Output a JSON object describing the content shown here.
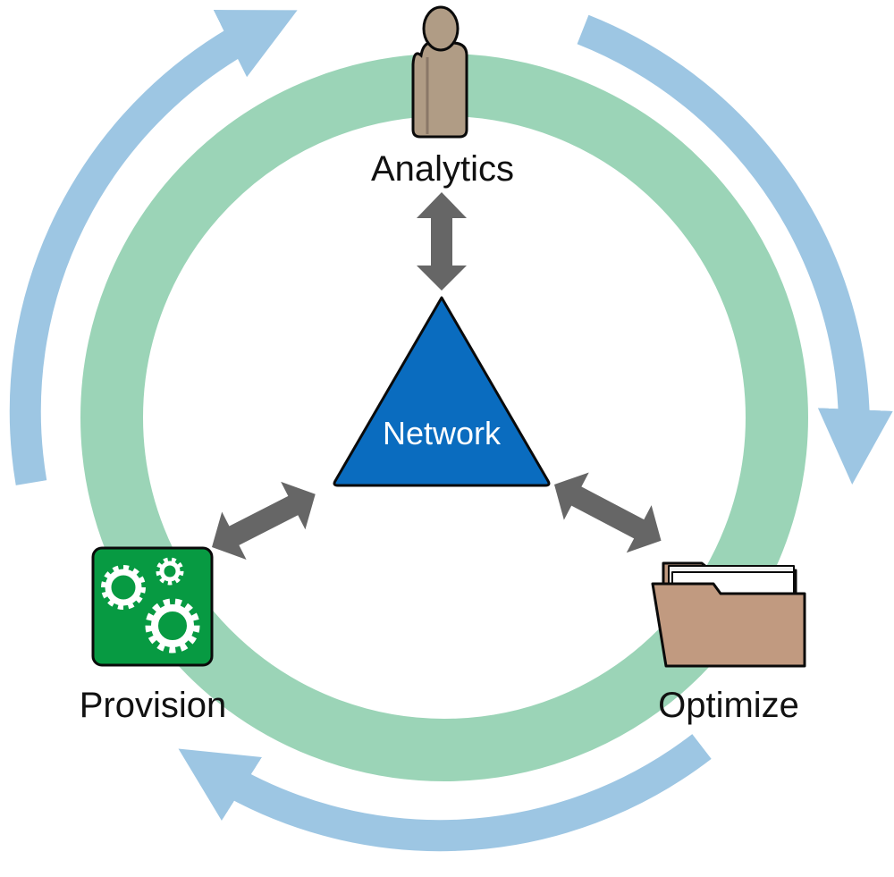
{
  "diagram": {
    "center": {
      "label": "Network"
    },
    "nodes": {
      "analytics": {
        "label": "Analytics",
        "icon": "person-icon"
      },
      "provision": {
        "label": "Provision",
        "icon": "gears-icon"
      },
      "optimize": {
        "label": "Optimize",
        "icon": "folder-icon"
      }
    }
  },
  "colors": {
    "ring": "#9bd4b7",
    "cycle_arrows": "#9dc6e3",
    "center_triangle": "#0a6cbf",
    "connector_arrows": "#666666",
    "person": "#b09c85",
    "gears_box": "#079a42",
    "folder": "#c19a80"
  }
}
